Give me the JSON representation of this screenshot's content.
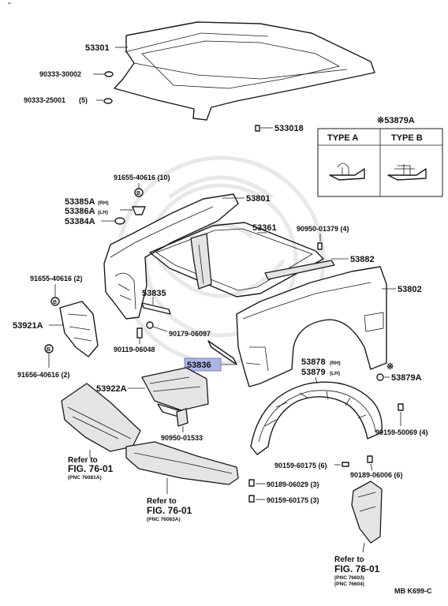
{
  "parts": {
    "p53301": "53301",
    "p90333_30002": "90333-30002",
    "p90333_25001": "90333-25001",
    "p90333_25001_qty": "(5)",
    "p533018": "533018",
    "p53879A_header": "※53879A",
    "type_a": "TYPE  A",
    "type_b": "TYPE  B",
    "p91655_40616_a": "91655-40616 (10)",
    "p53801": "53801",
    "p53385A": "53385A",
    "p53385A_side": "(RH)",
    "p53386A": "53386A",
    "p53386A_side": "(LH)",
    "p53384A": "53384A",
    "p53361": "53361",
    "p90950_01379": "90950-01379 (4)",
    "p53882": "53882",
    "p91655_40616_b": "91655-40616 (2)",
    "p53802": "53802",
    "p53835": "53835",
    "p53921A": "53921A",
    "p90179_06097": "90179-06097",
    "p90119_06048": "90119-06048",
    "p53836": "53836",
    "p53878": "53878",
    "p53878_side": "(RH)",
    "p53879": "53879",
    "p53879_side": "(LH)",
    "p91656_40616": "91656-40616 (2)",
    "p53922A": "53922A",
    "p53879A_star": "※",
    "p53879A": "53879A",
    "p90950_01533": "90950-01533",
    "p90159_50069": "90159-50069 (4)",
    "p90159_60175_a": "90159-60175 (6)",
    "p90189_06006": "90189-06006 (6)",
    "p90189_06029": "90189-06029 (3)",
    "p90159_60175_b": "90159-60175 (3)"
  },
  "circle_marker": "B",
  "refs": {
    "r1": {
      "refer": "Refer to",
      "fig": "FIG. 76-01",
      "pnc": "(PNC 76081A)"
    },
    "r2": {
      "refer": "Refer to",
      "fig": "FIG. 76-01",
      "pnc": "(PNC 76083A)"
    },
    "r3": {
      "refer": "Refer to",
      "fig": "FIG. 76-01",
      "pnc1": "(PNC 76603)",
      "pnc2": "(PNC 76604)"
    }
  },
  "footer_code": "MB  K699-C",
  "highlight": {
    "part": "53836",
    "color": "#aeb6e6"
  }
}
